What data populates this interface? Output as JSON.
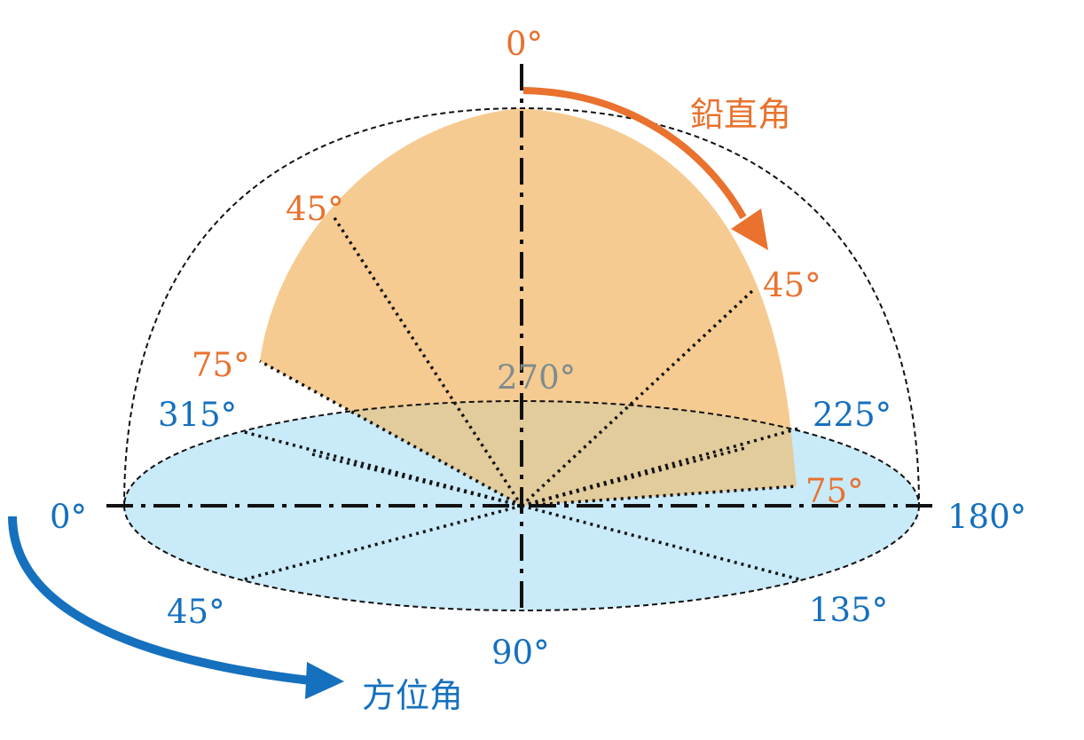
{
  "colors": {
    "orange": "#E8722E",
    "blue": "#1570BE",
    "grey": "#7F8C8D",
    "sector_fill": "#F6CB91",
    "disk_fill": "#C9EAF8",
    "overlap_fill": "#E2CC9C"
  },
  "vertical_angle": {
    "title": "鉛直角",
    "top_label": "0°",
    "left_45_label": "45°",
    "right_45_label": "45°",
    "left_75_label": "75°",
    "right_75_label": "75°"
  },
  "azimuth": {
    "title": "方位角",
    "label_0": "0°",
    "label_45": "45°",
    "label_90": "90°",
    "label_135": "135°",
    "label_180": "180°",
    "label_225": "225°",
    "label_270": "270°",
    "label_315": "315°"
  },
  "icons": {
    "vertical_arrow": "curved-arrow-icon",
    "azimuth_arrow": "curved-arrow-icon"
  }
}
